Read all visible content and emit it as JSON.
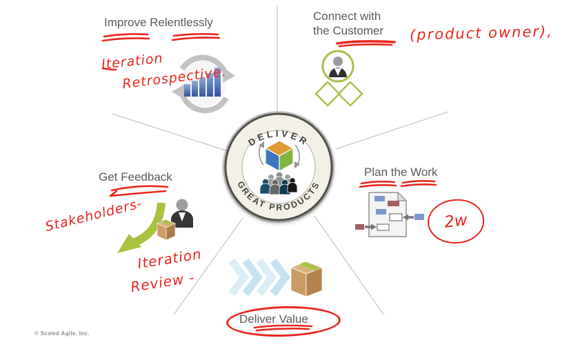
{
  "center": {
    "arc_top": "DELIVER",
    "arc_bottom": "GREAT PRODUCTS"
  },
  "sections": {
    "improve": {
      "label": "Improve Relentlessly"
    },
    "connect": {
      "line1": "Connect with",
      "line2": "the Customer"
    },
    "plan": {
      "label": "Plan the Work"
    },
    "feedback": {
      "label": "Get Feedback"
    },
    "deliver": {
      "label": "Deliver Value"
    }
  },
  "annotations": {
    "iteration_retrospective": {
      "line1": "Iteration",
      "line2": "Retrospective."
    },
    "product_owner": "(product owner),",
    "stakeholders": "Stakeholders-",
    "iteration_review": {
      "line1": "Iteration",
      "line2": "Review -"
    },
    "sprint_length": "2w"
  },
  "icons": {
    "center": "product-cube-and-team",
    "improve": "improvement-cycle-with-growth-chart",
    "connect": "customer-person-in-green-circle-with-diamonds",
    "plan": "plan-document-with-story-cards-and-arrows",
    "feedback": "stakeholder-with-package-and-green-arrow",
    "deliver": "blue-chevrons-with-package-box"
  },
  "colors": {
    "label_gray": "#595959",
    "pen_red": "#e8251d",
    "safe_green": "#a6c148",
    "spoke_gray": "#c5c5c5",
    "cube_orange": "#e09a35",
    "cube_blue": "#3d76bd",
    "cube_green": "#7fb441"
  },
  "footer": {
    "copyright": "© Scaled Agile, Inc."
  }
}
